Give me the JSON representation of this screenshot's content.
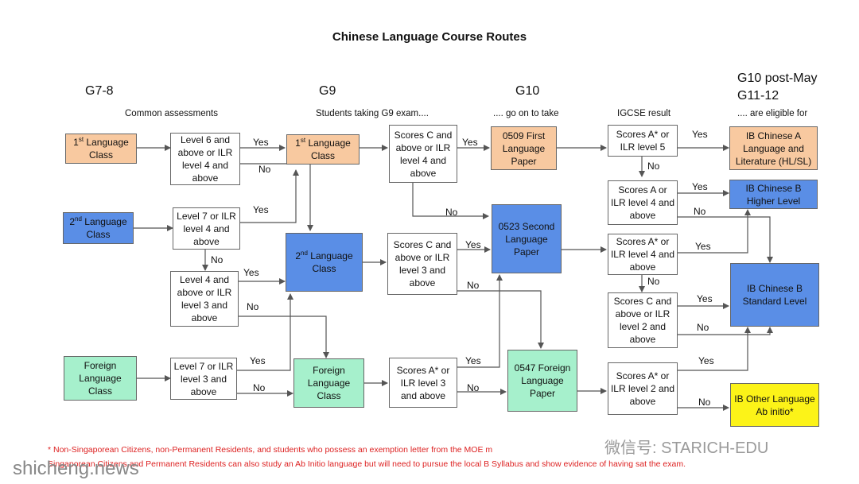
{
  "title": "Chinese Language Course Routes",
  "columns": {
    "g78": "G7-8",
    "g9": "G9",
    "g10": "G10",
    "g10post": "G10 post-May",
    "g1112": "G11-12"
  },
  "subheaders": {
    "common": "Common assessments",
    "g9exam": "Students taking G9 exam....",
    "goon": ".... go on to take",
    "igcse": "IGCSE result",
    "eligible": ".... are eligible for"
  },
  "boxes": {
    "first_lang_class_g78_pre": "1",
    "first_lang_class_g78_post": "Language Class",
    "second_lang_class_g78_pre": "2",
    "second_lang_class_g78_post": "Language Class",
    "foreign_lang_class_g78": "Foreign Language Class",
    "level6": "Level 6 and above or ILR level 4 and above",
    "level7_ilr4": "Level 7 or ILR level 4 and above",
    "level4": "Level 4 and above or ILR level 3 and above",
    "level7_ilr3": "Level 7 or ILR level 3 and above",
    "first_lang_class_g9_pre": "1",
    "first_lang_class_g9_post": "Language Class",
    "second_lang_class_g9_pre": "2",
    "second_lang_class_g9_post": "Language Class",
    "foreign_lang_class_g9": "Foreign Language Class",
    "scores_c_ilr4": "Scores C and above or ILR level 4 and above",
    "scores_c_ilr3": "Scores C and above or ILR level 3 and above",
    "scores_astar_ilr3": "Scores A* or ILR level 3 and above",
    "p0509": "0509 First Language Paper",
    "p0523": "0523 Second Language Paper",
    "p0547": "0547 Foreign Language Paper",
    "r_astar_ilr5": "Scores A* or ILR level 5",
    "r_a_ilr4": "Scores A or ILR level 4 and above",
    "r_astar_ilr4": "Scores A* or ILR level 4 and above",
    "r_c_ilr2": "Scores C and above or ILR level 2 and above",
    "r_astar_ilr2": "Scores A* or ILR level 2 and above",
    "ib_a": "IB Chinese A Language and Literature (HL/SL)",
    "ib_b_hl": "IB Chinese B Higher Level",
    "ib_b_sl": "IB Chinese B Standard Level",
    "ib_other": "IB Other Language Ab initio*"
  },
  "sup": {
    "st": "st",
    "nd": "nd"
  },
  "labels": {
    "yes": "Yes",
    "no": "No"
  },
  "footnotes": {
    "line1": "* Non-Singaporean Citizens, non-Permanent Residents, and students who possess an exemption letter from the MOE m",
    "line2": "Singaporean Citizens and Permanent Residents can also study an Ab Initio language but will need to pursue the local B Syllabus and show evidence of having sat the exam."
  },
  "watermarks": {
    "wechat": "微信号: STARICH-EDU",
    "site": "shicheng.news"
  },
  "colors": {
    "orange": "#f8c9a0",
    "blue": "#5a8ee6",
    "green": "#a6f0cc",
    "yellow": "#fcf318",
    "footnote": "#dd2222"
  }
}
